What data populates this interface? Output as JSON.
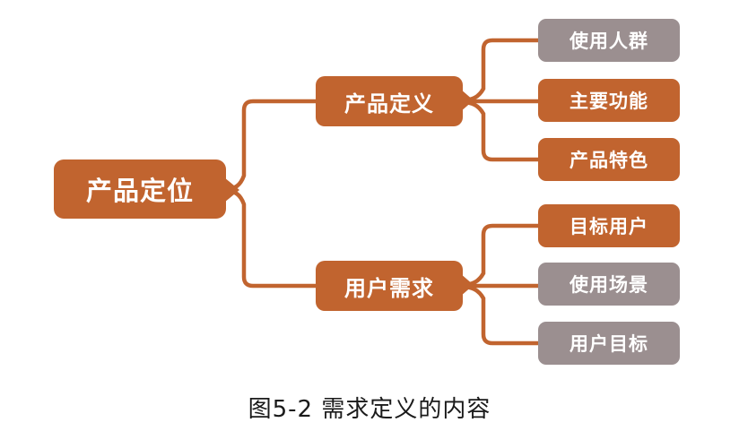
{
  "diagram": {
    "type": "mindmap-tree",
    "root": {
      "label": "产品定位",
      "color": "#C1642F"
    },
    "branches": [
      {
        "label": "产品定义",
        "color": "#C1642F",
        "children": [
          {
            "label": "使用人群",
            "color": "#9B8F90"
          },
          {
            "label": "主要功能",
            "color": "#C1642F"
          },
          {
            "label": "产品特色",
            "color": "#C1642F"
          }
        ]
      },
      {
        "label": "用户需求",
        "color": "#C1642F",
        "children": [
          {
            "label": "目标用户",
            "color": "#C1642F"
          },
          {
            "label": "使用场景",
            "color": "#9B8F90"
          },
          {
            "label": "用户目标",
            "color": "#9B8F90"
          }
        ]
      }
    ],
    "connector_color": "#C1642F"
  },
  "caption": {
    "text": "图5-2 需求定义的内容"
  },
  "colors": {
    "orange": "#C1642F",
    "gray": "#9B8F90",
    "text_on_node": "#FFFFFF",
    "caption_text": "#1A1A1A",
    "background": "#FFFFFF"
  }
}
